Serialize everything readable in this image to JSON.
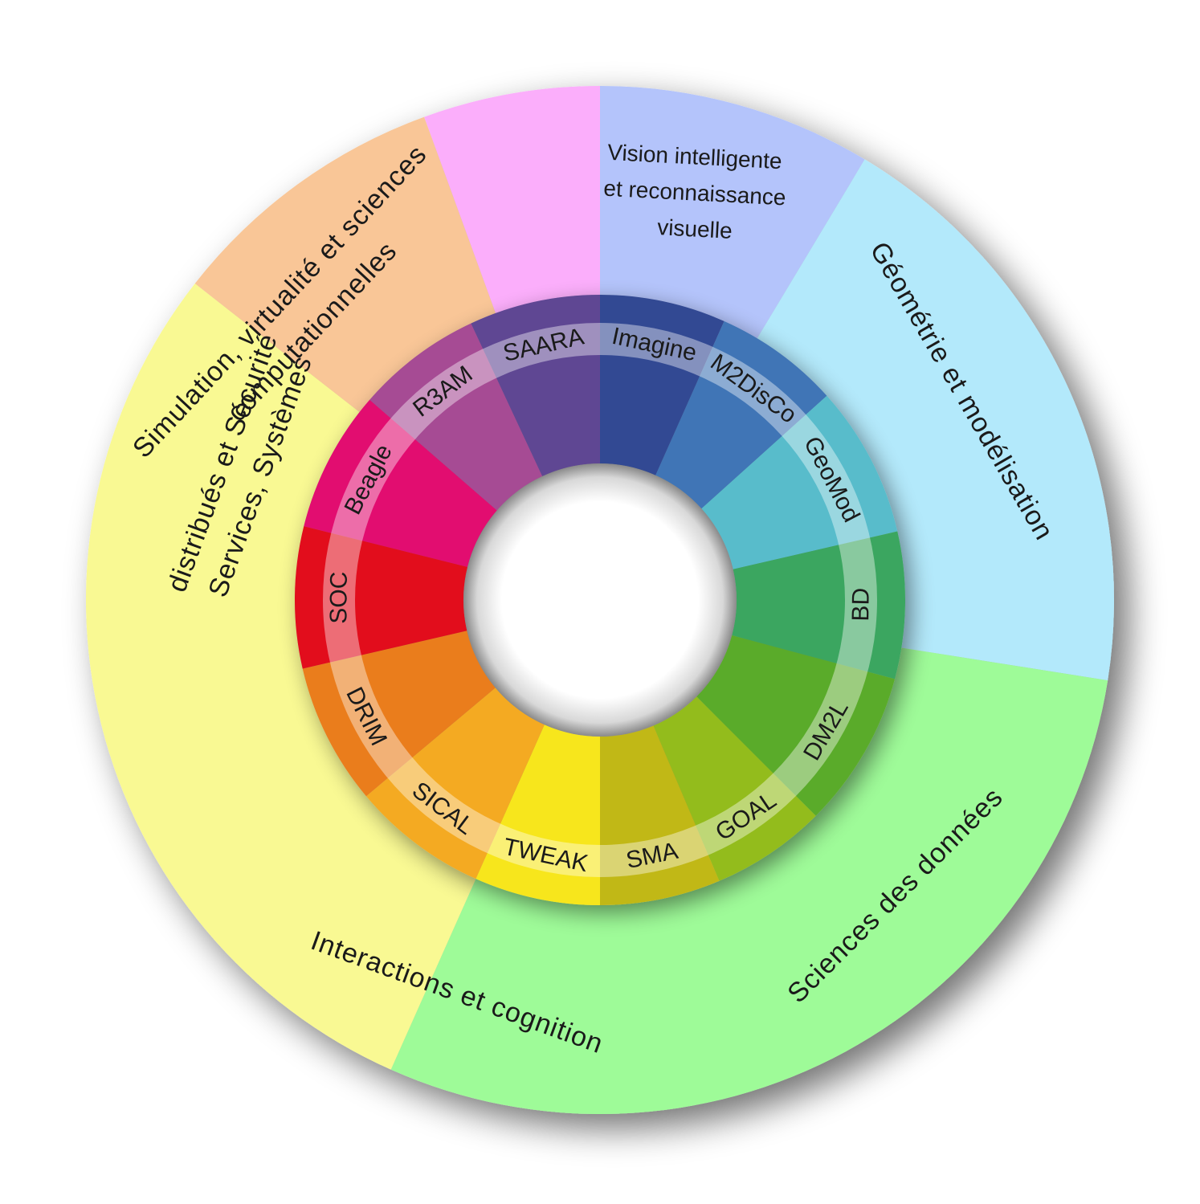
{
  "themes": [
    {
      "id": "vision",
      "label_lines": [
        "Vision intelligente",
        "et reconnaissance",
        "visuelle"
      ],
      "color": "#b4c4fb"
    },
    {
      "id": "geometrie",
      "label": "Géométrie et modélisation",
      "color": "#b3e9fb"
    },
    {
      "id": "donnees",
      "label": "Sciences des données",
      "color": "#9efb98"
    },
    {
      "id": "interactions",
      "label": "Interactions et cognition",
      "color": "#f9f993"
    },
    {
      "id": "services",
      "label_lines": [
        "Services, Systèmes",
        "distribués et Sécurité"
      ],
      "color": "#f9c697"
    },
    {
      "id": "simulation",
      "label_lines": [
        "Simulation, virtualité et sciences",
        "computationnelles"
      ],
      "color": "#fbaefb"
    }
  ],
  "teams": [
    {
      "label": "Imagine",
      "color": "#334a93"
    },
    {
      "label": "M2DisCo",
      "color": "#4174b6"
    },
    {
      "label": "GeoMod",
      "color": "#59bccb"
    },
    {
      "label": "BD",
      "color": "#3aa660"
    },
    {
      "label": "DM2L",
      "color": "#5aab2b"
    },
    {
      "label": "GOAL",
      "color": "#93bc1c"
    },
    {
      "label": "SMA",
      "color": "#c1b814"
    },
    {
      "label": "TWEAK",
      "color": "#f7e61b"
    },
    {
      "label": "SICAL",
      "color": "#f4aa22"
    },
    {
      "label": "DRIM",
      "color": "#ea7d1f"
    },
    {
      "label": "SOC",
      "color": "#e2101c"
    },
    {
      "label": "Beagle",
      "color": "#e2086f"
    },
    {
      "label": "R3AM",
      "color": "#a64c94"
    },
    {
      "label": "SAARA",
      "color": "#5f4693"
    }
  ]
}
